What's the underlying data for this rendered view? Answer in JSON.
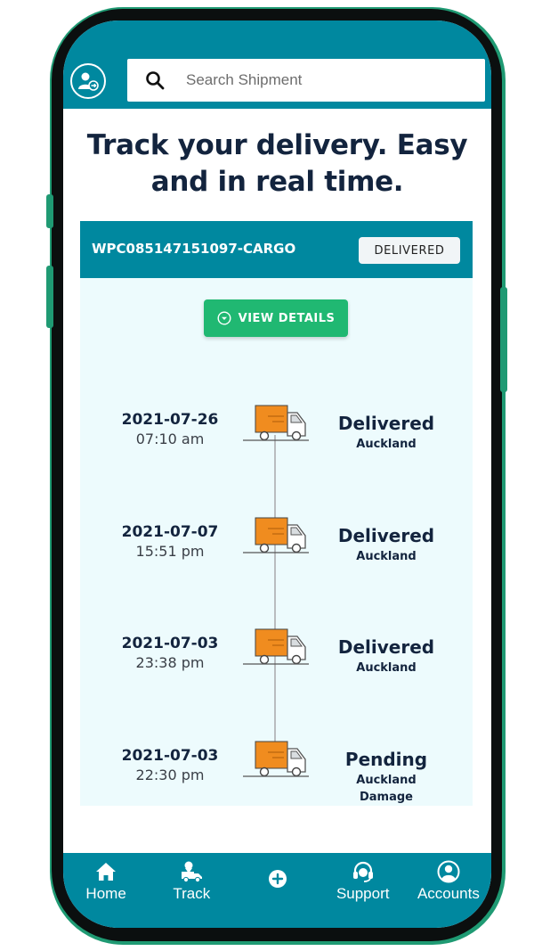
{
  "search": {
    "placeholder": "Search Shipment"
  },
  "headline": "Track your delivery. Easy and in real time.",
  "shipment": {
    "id": "WPC085147151097-CARGO",
    "status": "DELIVERED",
    "view_details_label": "VIEW DETAILS"
  },
  "events": [
    {
      "date": "2021-07-26",
      "time": "07:10 am",
      "status": "Delivered",
      "location": "Auckland"
    },
    {
      "date": "2021-07-07",
      "time": "15:51 pm",
      "status": "Delivered",
      "location": "Auckland"
    },
    {
      "date": "2021-07-03",
      "time": "23:38 pm",
      "status": "Delivered",
      "location": "Auckland"
    },
    {
      "date": "2021-07-03",
      "time": "22:30 pm",
      "status": "Pending",
      "location": "Auckland Damage"
    }
  ],
  "nav": {
    "home": "Home",
    "track": "Track",
    "support": "Support",
    "accounts": "Accounts"
  },
  "colors": {
    "primary": "#00889f",
    "success": "#20b872",
    "truck": "#f08c1f",
    "text_dark": "#13243e",
    "card_bg": "#edfbfd",
    "frame": "#1f9a73"
  },
  "icons": {
    "avatar": "user-logout-icon",
    "search": "search-icon",
    "view_details": "chevron-circle-down-icon",
    "event": "delivery-truck-icon",
    "home": "home-icon",
    "track": "track-truck-icon",
    "add": "plus-circle-icon",
    "support": "headset-icon",
    "accounts": "user-circle-icon"
  }
}
